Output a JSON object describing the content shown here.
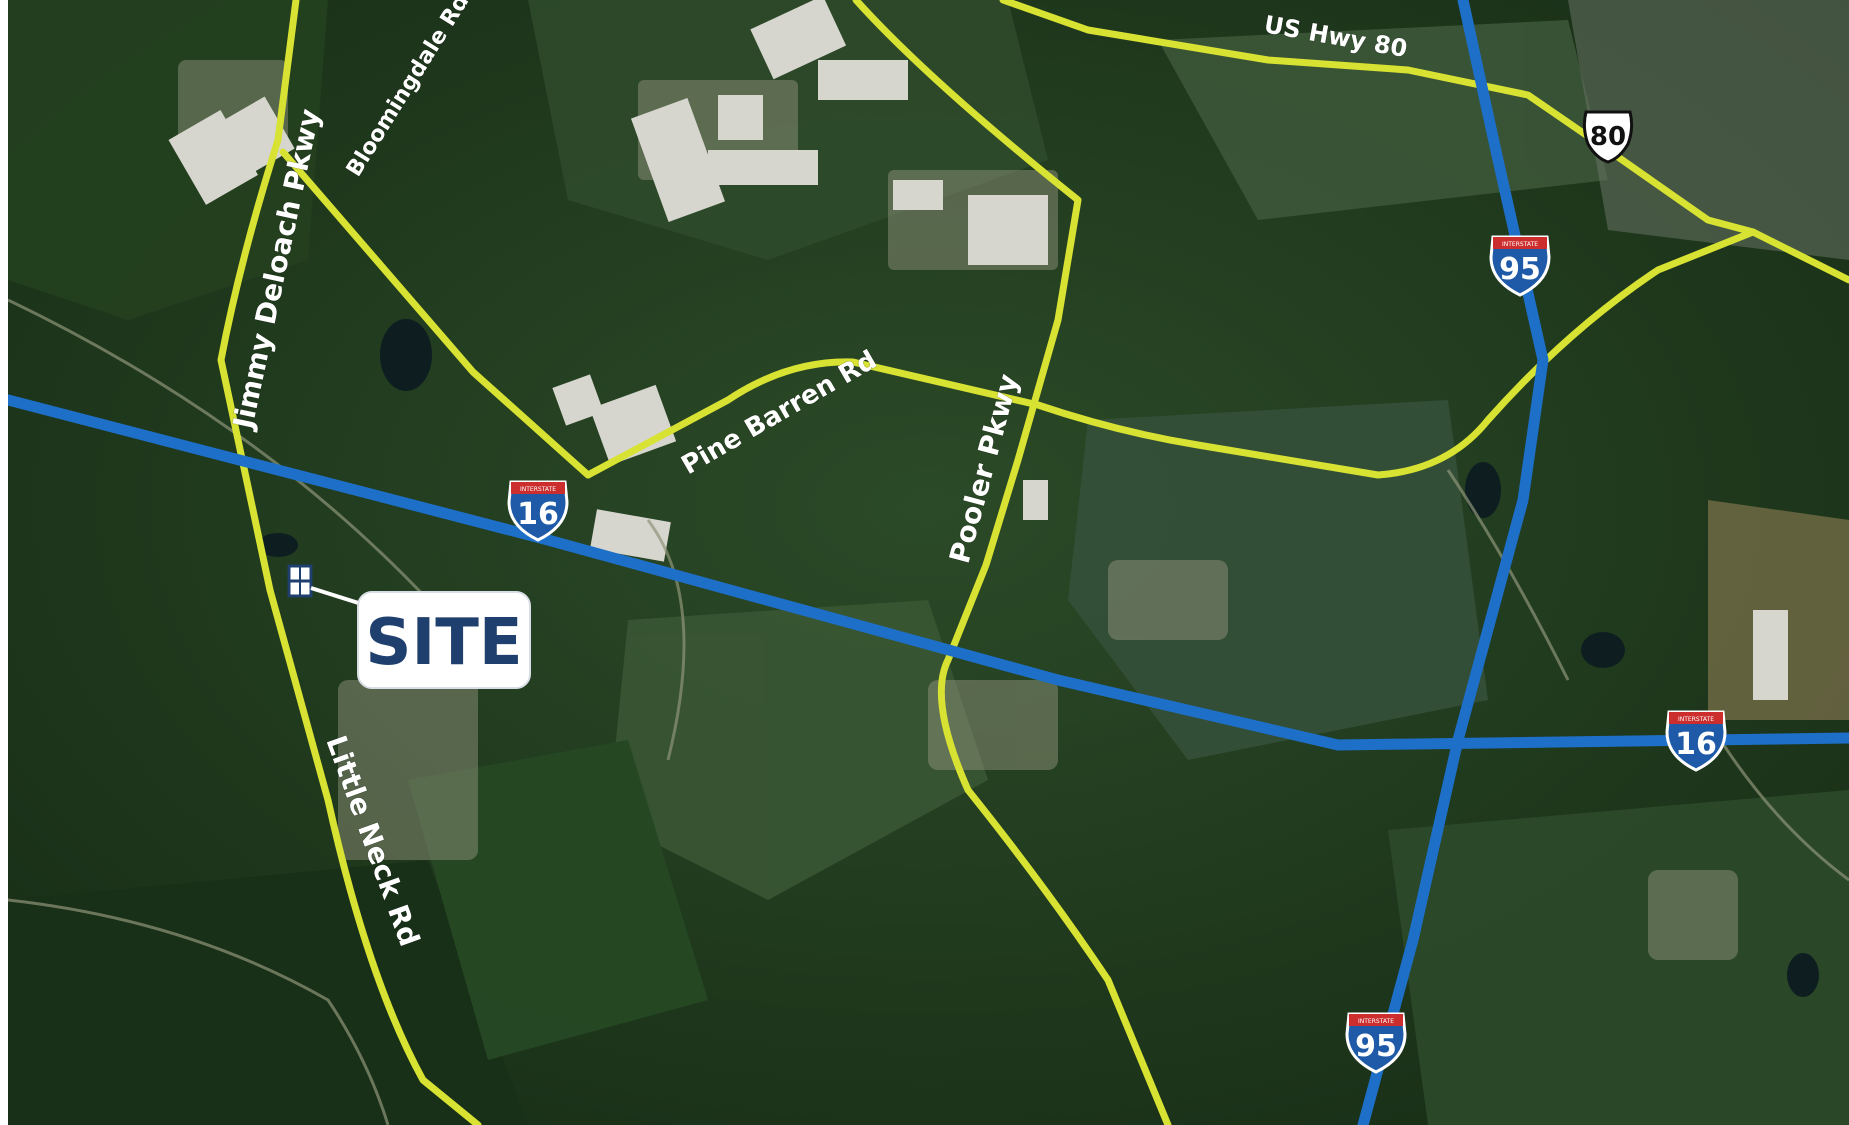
{
  "map": {
    "site_label": "SITE",
    "colors": {
      "interstate": "#1e6fc8",
      "major_road": "#d8e233",
      "vegetation": "#1f3a1c",
      "site_text": "#1f3f6e"
    },
    "road_labels": {
      "jimmy_deloach": "Jimmy Deloach Pkwy",
      "bloomingdale": "Bloomingdale Rd",
      "pine_barren": "Pine Barren Rd",
      "pooler": "Pooler Pkwy",
      "little_neck": "Little Neck Rd",
      "us_hwy_80": "US Hwy 80"
    },
    "shields": {
      "i16_west": "16",
      "i16_east": "16",
      "i95_north": "95",
      "i95_south": "95",
      "us80": "80",
      "interstate_word": "INTERSTATE"
    },
    "icons": {
      "site_marker": "building-marker-icon"
    }
  }
}
